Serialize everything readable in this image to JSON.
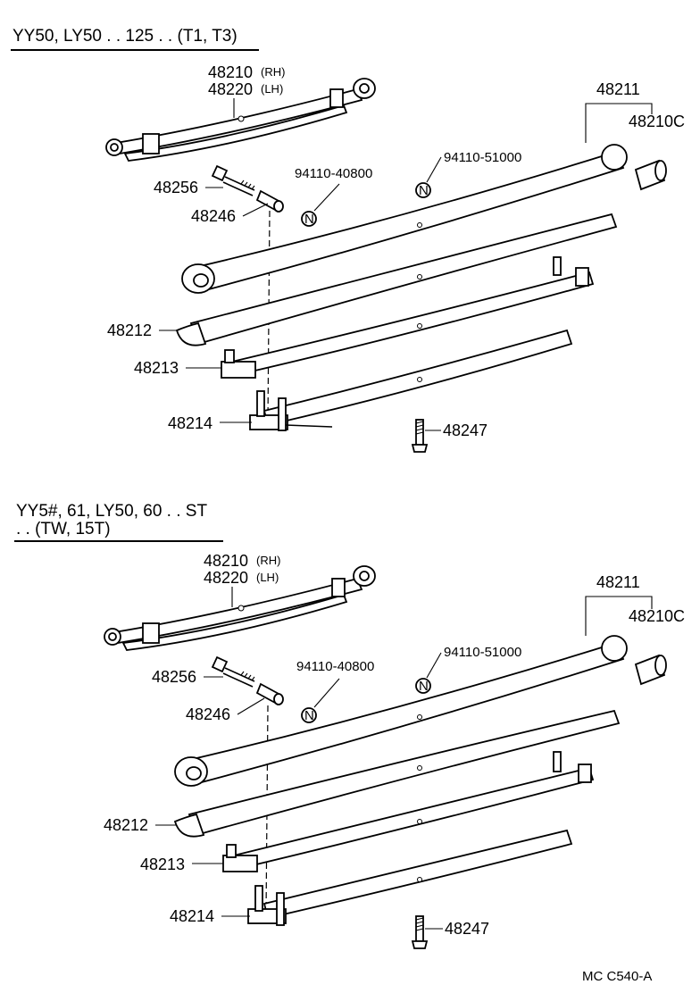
{
  "sections": [
    {
      "header_line1": "YY50, LY50 . . 125 . . (T1, T3)",
      "header_line2": "",
      "parts": {
        "p48210": "48210",
        "p48210_side": "(RH)",
        "p48220": "48220",
        "p48220_side": "(LH)",
        "p48211": "48211",
        "p48210C": "48210C",
        "p94110_51000": "94110-51000",
        "p94110_40800": "94110-40800",
        "p48256": "48256",
        "p48246": "48246",
        "p48212": "48212",
        "p48213": "48213",
        "p48214": "48214",
        "p48247": "48247",
        "nut_symbol": "N"
      }
    },
    {
      "header_line1": "YY5#, 61, LY50, 60 . . ST",
      "header_line2": ". . (TW, 15T)",
      "parts": {
        "p48210": "48210",
        "p48210_side": "(RH)",
        "p48220": "48220",
        "p48220_side": "(LH)",
        "p48211": "48211",
        "p48210C": "48210C",
        "p94110_51000": "94110-51000",
        "p94110_40800": "94110-40800",
        "p48256": "48256",
        "p48246": "48246",
        "p48212": "48212",
        "p48213": "48213",
        "p48214": "48214",
        "p48247": "48247",
        "nut_symbol": "N"
      }
    }
  ],
  "footer_code": "MC  C540-A"
}
